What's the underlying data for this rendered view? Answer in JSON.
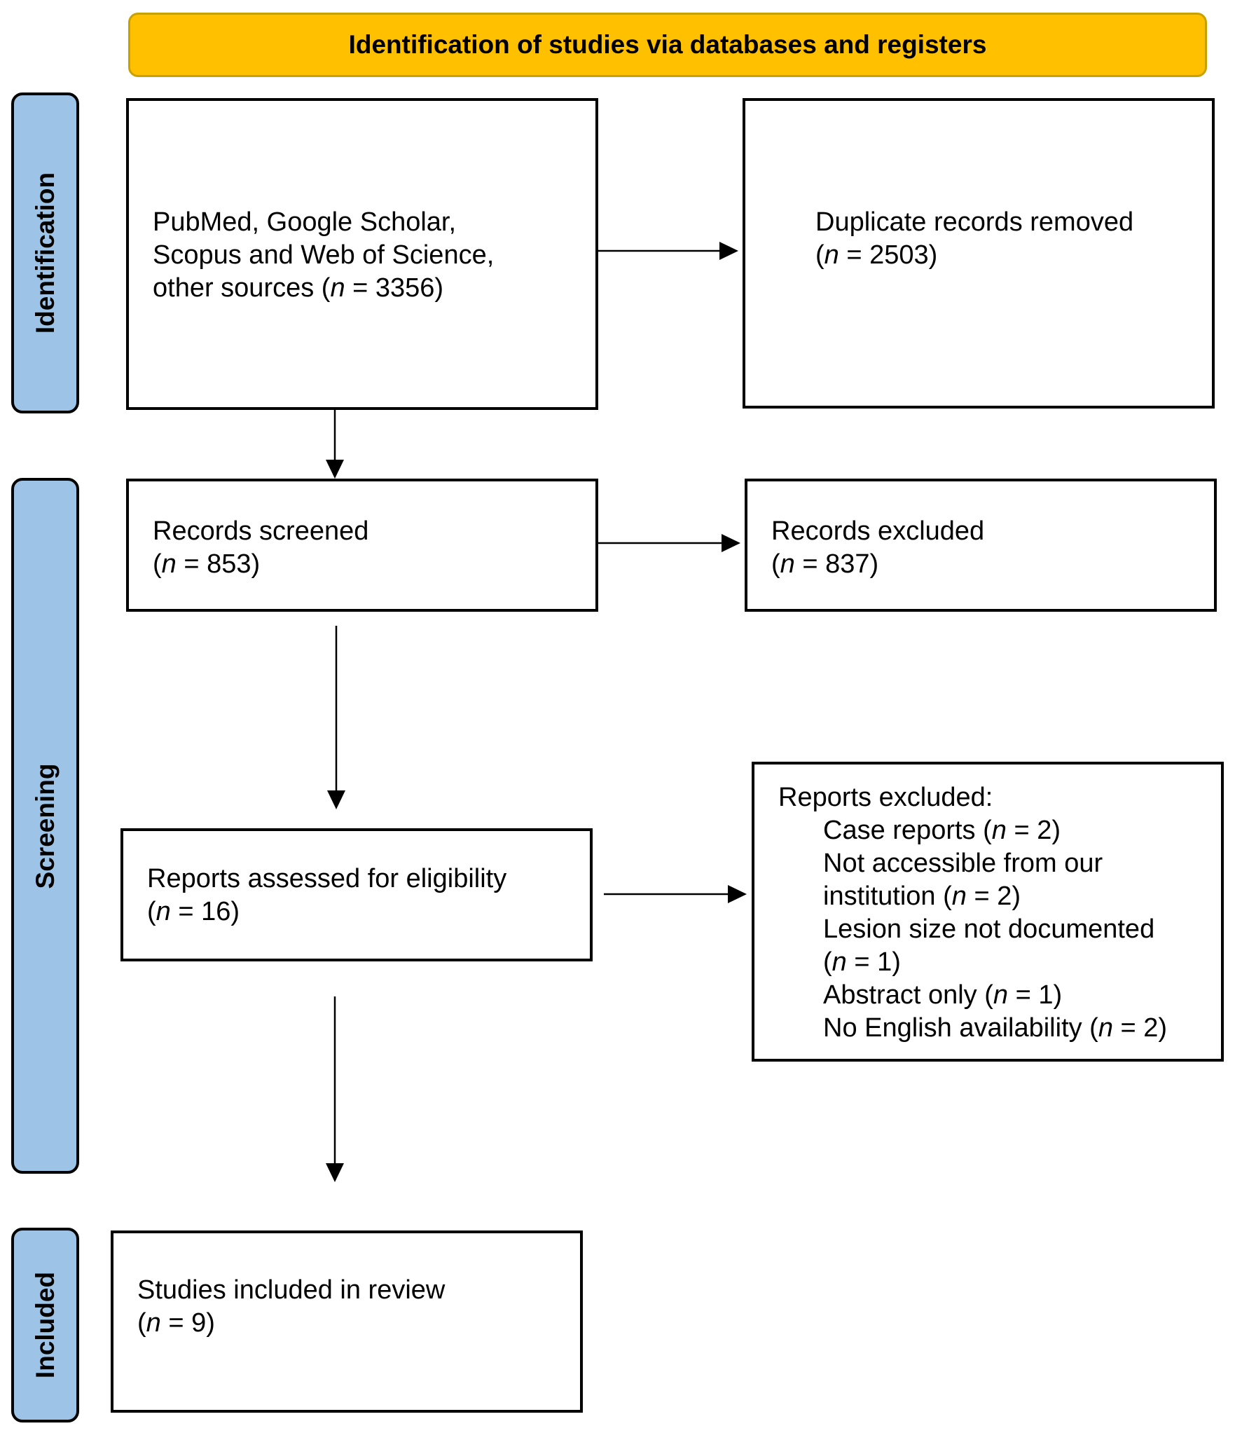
{
  "colors": {
    "banner": "#FFC000",
    "side_label": "#9DC3E6",
    "box_border": "#000000"
  },
  "banner": {
    "title": "Identification of studies via databases and registers"
  },
  "side_labels": {
    "identification": "Identification",
    "screening": "Screening",
    "included": "Included"
  },
  "boxes": {
    "sources": {
      "line1": "PubMed, Google Scholar,",
      "line2": "Scopus and Web of Science,",
      "line3_pre": "other sources (",
      "n_label": "n",
      "line3_post": " = 3356)"
    },
    "duplicates": {
      "line1": "Duplicate records removed",
      "pre": "(",
      "n_label": "n",
      "post": " = 2503)"
    },
    "screened": {
      "line1": "Records screened",
      "pre": "(",
      "n_label": "n",
      "post": " = 853)"
    },
    "excluded": {
      "line1": "Records excluded",
      "pre": "(",
      "n_label": "n",
      "post": " = 837)"
    },
    "assessed": {
      "line1": "Reports assessed for eligibility",
      "pre": "(",
      "n_label": "n",
      "post": " = 16)"
    },
    "reports_excluded": {
      "heading": "Reports excluded:",
      "reasons": [
        {
          "pre": "Case reports (",
          "n_label": "n",
          "post": " = 2)"
        },
        {
          "line1": "Not accessible from our",
          "pre": "institution (",
          "n_label": "n",
          "post": " = 2)"
        },
        {
          "line1": "Lesion size not documented",
          "pre": "(",
          "n_label": "n",
          "post": " = 1)"
        },
        {
          "pre": "Abstract only (",
          "n_label": "n",
          "post": " = 1)"
        },
        {
          "pre": "No English availability (",
          "n_label": "n",
          "post": " = 2)"
        }
      ]
    },
    "included": {
      "line1": "Studies included in review",
      "pre": "(",
      "n_label": "n",
      "post": " = 9)"
    }
  }
}
